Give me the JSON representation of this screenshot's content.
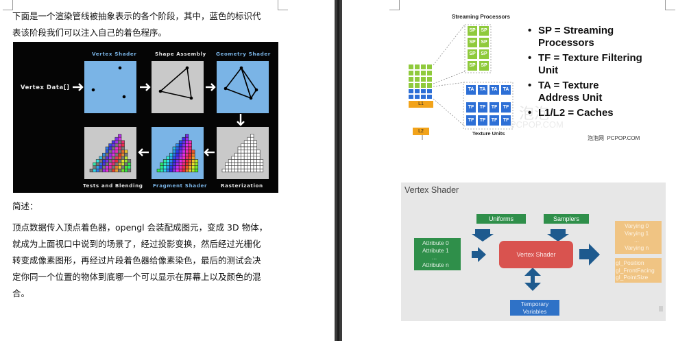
{
  "left_page": {
    "intro_lines": [
      "下面是一个渲染管线被抽象表示的各个阶段，其中，蓝色的标识代",
      "表该阶段我们可以注入自己的着色程序。"
    ],
    "summary_heading": "简述：",
    "summary_lines": [
      "顶点数据传入顶点着色器，opengl 会装配成图元，变成 3D 物体，",
      "就成为上面视口中说到的场景了，经过投影变换，然后经过光栅化",
      "转变成像素图形，再经过片段着色器给像素染色，最后的测试会决",
      "定你同一个位置的物体到底哪一个可以显示在屏幕上以及颜色的混",
      "合。"
    ]
  },
  "pipeline_figure": {
    "input_label": "Vertex Data[]",
    "vertex_shader": "Vertex Shader",
    "shape_assembly": "Shape Assembly",
    "geometry_shader": "Geometry Shader",
    "rasterization": "Rasterization",
    "fragment_shader": "Fragment Shader",
    "tests_blending": "Tests and Blending",
    "colors": {
      "programmable": "#7ab4e6",
      "fixed": "#c9c9c9"
    }
  },
  "sp_figure": {
    "title": "Streaming Processors",
    "sp_cell": "SP",
    "ta_cell": "TA",
    "tf_cell": "TF",
    "l1": "L1",
    "l2": "L2",
    "texture_units": "Texture Units",
    "watermark_site": "泡泡网",
    "watermark_domain": "PCPOP.COM",
    "faint_watermark": "泡泡",
    "faint_watermark2": "PCPOP.COM",
    "bullets": [
      {
        "dot": "•",
        "lines": [
          "SP = Streaming",
          "Processors"
        ]
      },
      {
        "dot": "•",
        "lines": [
          "TF = Texture Filtering",
          "Unit"
        ]
      },
      {
        "dot": "•",
        "lines": [
          "TA = Texture",
          "Address Unit"
        ]
      },
      {
        "dot": "•",
        "lines": [
          "L1/L2 = Caches"
        ]
      }
    ]
  },
  "vs_figure": {
    "title": "Vertex Shader",
    "uniforms": "Uniforms",
    "samplers": "Samplers",
    "attributes": [
      "Attribute 0",
      "Attribute 1",
      "...",
      "Attribute n"
    ],
    "center": "Vertex Shader",
    "varyings": [
      "Varying 0",
      "Varying 1",
      "...",
      "Varying n"
    ],
    "builtins": [
      "gl_Position",
      "gl_FrontFacing",
      "gl_PointSize"
    ],
    "temporary": [
      "Temporary",
      "Variables"
    ]
  }
}
